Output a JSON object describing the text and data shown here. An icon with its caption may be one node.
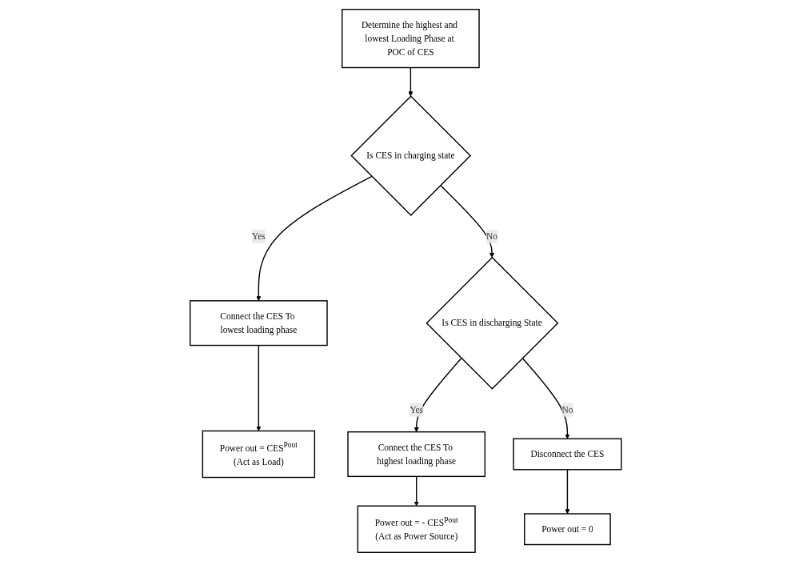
{
  "diagram": {
    "nodes": [
      {
        "text": [
          "Determine the highest and lowest Loading Phase at POC of CES"
        ]
      },
      {
        "text": [
          "Is CES in charging state"
        ]
      },
      {
        "text": [
          "Connect the CES To lowest loading phase"
        ]
      },
      {
        "text": [
          "Power out = CES$^{Pout}$",
          "(Act as Load)"
        ]
      },
      {
        "text": [
          "Is CES in discharging State"
        ]
      },
      {
        "text": [
          "Connect the CES To highest loading phase"
        ]
      },
      {
        "text": [
          "Power out = - CES$^{Pout}$",
          "(Act as Power Source)"
        ]
      },
      {
        "text": [
          "Disconnect the CES"
        ]
      },
      {
        "text": [
          "Power out = 0"
        ]
      }
    ],
    "edges": [
      {
        "from": 0,
        "to": 1,
        "arrow": "to"
      },
      {
        "from": 1,
        "to": 2,
        "arrow": "to",
        "label": "Yes"
      },
      {
        "from": 2,
        "to": 3,
        "arrow": "to"
      },
      {
        "from": 1,
        "to": 4,
        "arrow": "to",
        "label": "No"
      },
      {
        "from": 4,
        "to": 5,
        "arrow": "to",
        "label": "Yes"
      },
      {
        "from": 5,
        "to": 6,
        "arrow": "to"
      },
      {
        "from": 4,
        "to": 7,
        "arrow": "to",
        "label": "No"
      },
      {
        "from": 7,
        "to": 8,
        "arrow": "to"
      }
    ]
  }
}
